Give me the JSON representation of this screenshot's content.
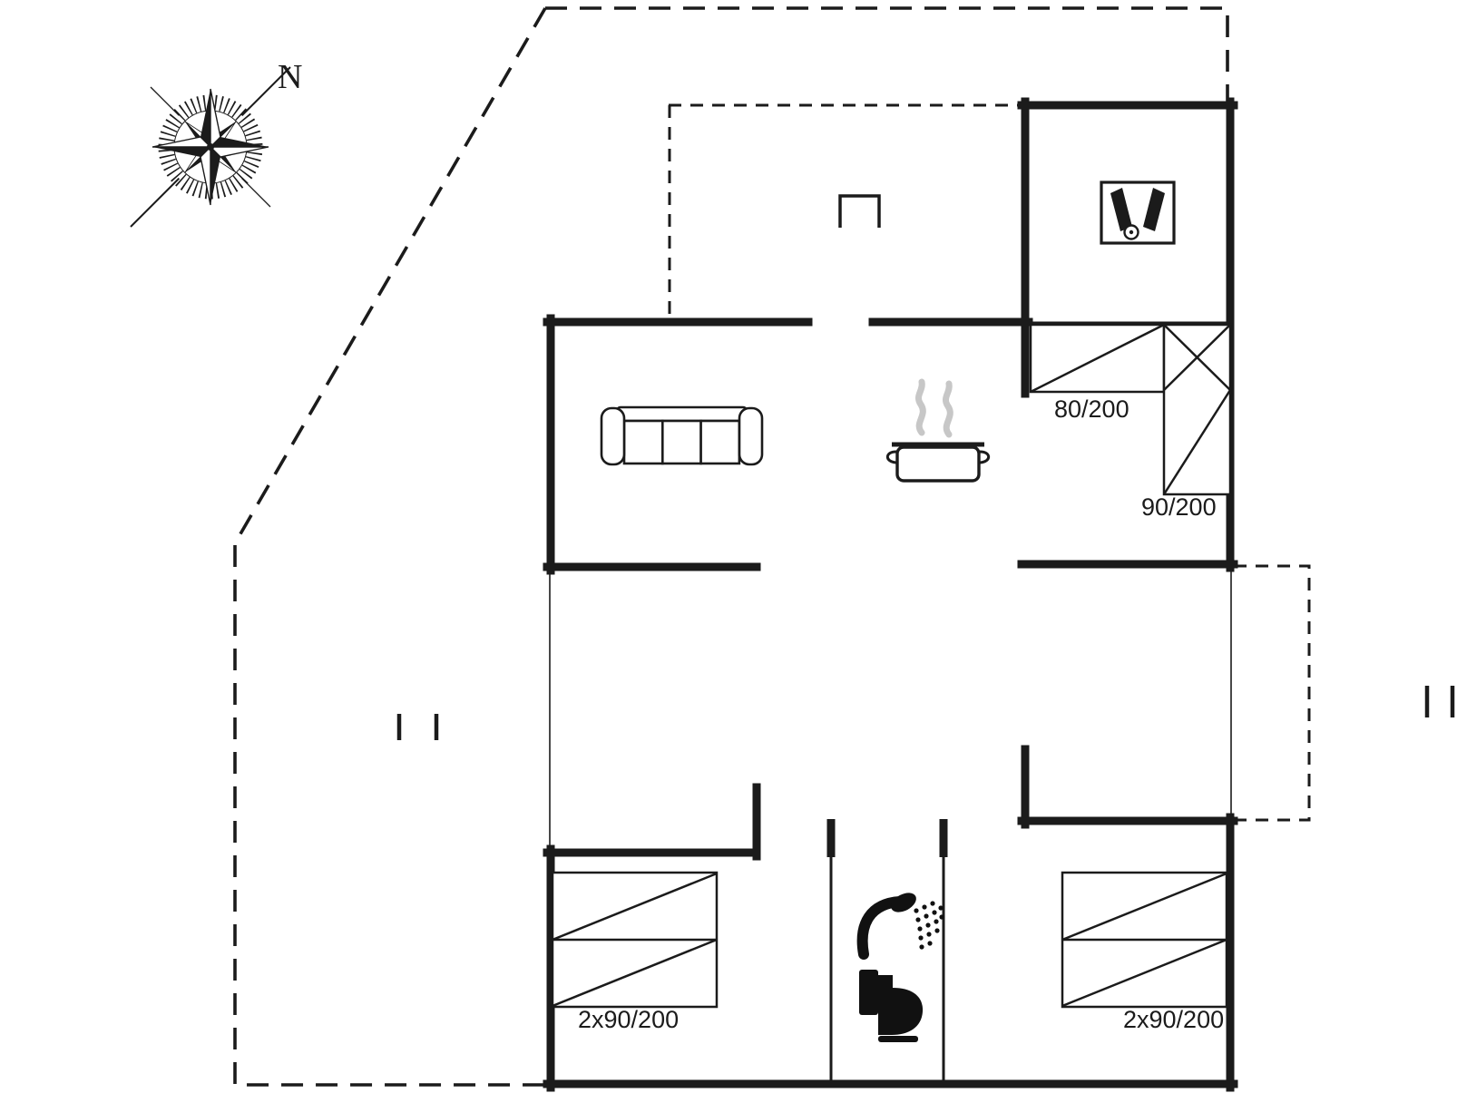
{
  "plan": {
    "type": "floor-plan",
    "labels": {
      "north": "N",
      "bed_80": "80/200",
      "bed_90": "90/200",
      "bunk_left": "2x90/200",
      "bunk_right": "2x90/200"
    },
    "icons": {
      "compass": "compass-rose-icon",
      "sofa": "sofa-icon",
      "pot": "cooking-pot-icon",
      "steam": "steam-icon",
      "washer": "washing-machine-icon",
      "shower": "shower-icon",
      "toilet": "toilet-icon",
      "chimney": "chimney-icon",
      "bed": "bed-symbol",
      "bunk": "bunk-bed-symbol",
      "window_marker": "window-marker"
    },
    "colors": {
      "wall": "#1b1b1b",
      "background": "#ffffff",
      "steam": "#c7c7c7"
    }
  }
}
